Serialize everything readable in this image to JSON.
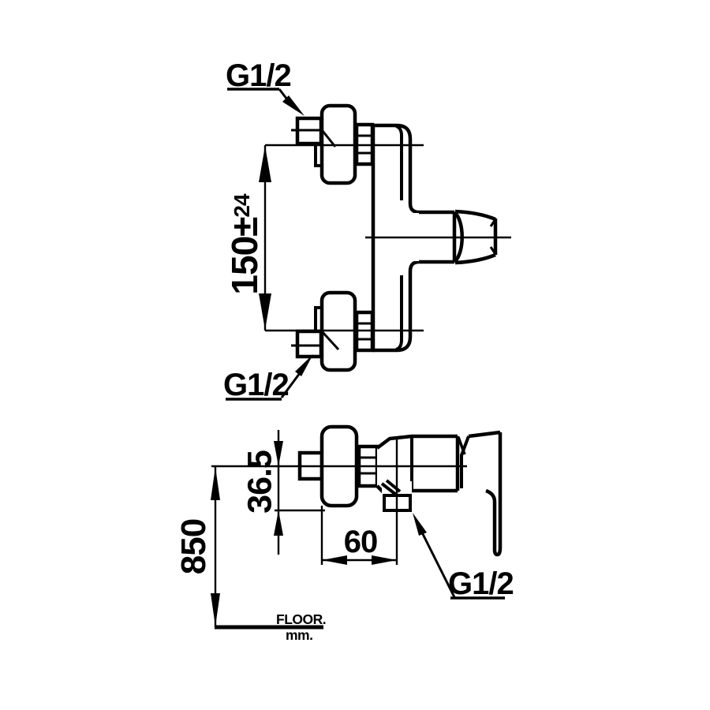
{
  "drawing": {
    "front_view": {
      "top_connection_label": "G1/2",
      "bottom_connection_label": "G1/2",
      "center_distance": {
        "value": "150±",
        "tolerance": "24"
      }
    },
    "side_view": {
      "outlet_connection_label": "G1/2",
      "outlet_drop": "36.5",
      "wall_to_outlet": "60",
      "mounting_height": "850",
      "floor_label": "FLOOR.",
      "unit_label": "mm."
    },
    "colors": {
      "line": "#000000",
      "background": "#ffffff"
    }
  }
}
